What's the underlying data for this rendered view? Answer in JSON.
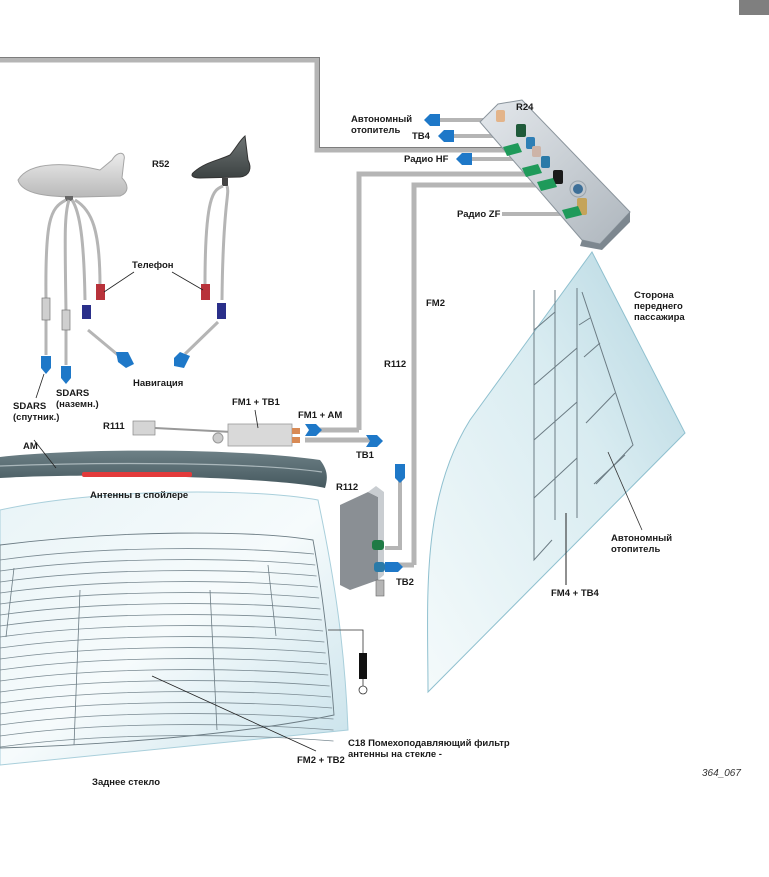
{
  "figure": {
    "figure_number": "364_067",
    "page_tab_color": "#7f7f7f",
    "colors": {
      "cable": "#b5b5b5",
      "connector_blue": "#1e78c8",
      "connector_green": "#1f9a5a",
      "connector_red": "#b8323a",
      "connector_navy": "#2a2f8a",
      "glass": "#cfe6ee",
      "spoiler": "#566a70",
      "spoiler_light": "#e23a3a"
    }
  },
  "labels": {
    "r24": "R24",
    "autonomous_heater_top": "Автономный\nотопитель",
    "tb4": "TB4",
    "radio_hf": "Радио HF",
    "radio_zf": "Радио ZF",
    "r52": "R52",
    "telephone": "Телефон",
    "navigation": "Навигация",
    "sdars_sat": "SDARS\n(спутник.)",
    "sdars_ground": "SDARS\n(наземн.)",
    "fm2": "FM2",
    "r112_upper": "R112",
    "r112_lower": "R112",
    "passenger_side": "Сторона\nпереднего\nпассажира",
    "fm1_tb1": "FM1 + TB1",
    "fm1_am": "FM1 + AM",
    "r111": "R111",
    "tb1": "TB1",
    "am": "AM",
    "spoiler_antennas": "Антенны в спойлере",
    "tb2": "TB2",
    "autonomous_heater_window": "Автономный\nотопитель",
    "fm4_tb4": "FM4 + TB4",
    "c18_filter": "C18 Помехоподавляющий фильтр\nантенны на стекле -",
    "fm2_tb2": "FM2 + TB2",
    "rear_window": "Заднее стекло"
  }
}
